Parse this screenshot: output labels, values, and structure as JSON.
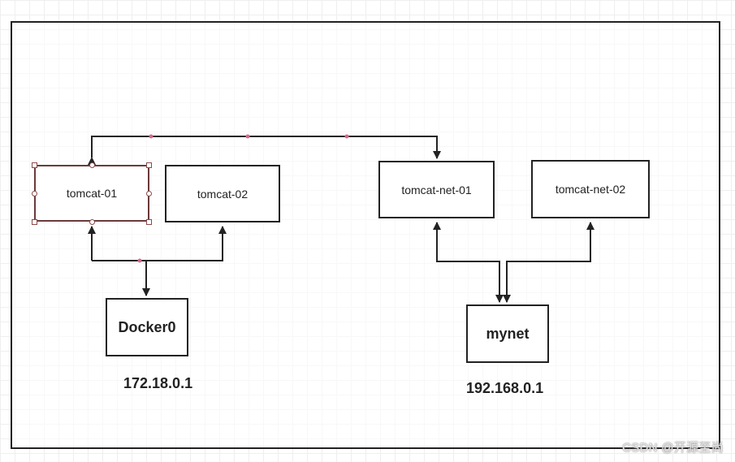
{
  "nodes": {
    "tomcat01": {
      "label": "tomcat-01"
    },
    "tomcat02": {
      "label": "tomcat-02"
    },
    "tomcatnet01": {
      "label": "tomcat-net-01"
    },
    "tomcatnet02": {
      "label": "tomcat-net-02"
    },
    "docker0": {
      "label": "Docker0"
    },
    "mynet": {
      "label": "mynet"
    }
  },
  "addresses": {
    "docker0_ip": "172.18.0.1",
    "mynet_ip": "192.168.0.1"
  },
  "watermark": "CSDN @开源至尚",
  "colors": {
    "line": "#222222",
    "waypoint": "#d66a8a",
    "selection": "#8a4a4a"
  }
}
